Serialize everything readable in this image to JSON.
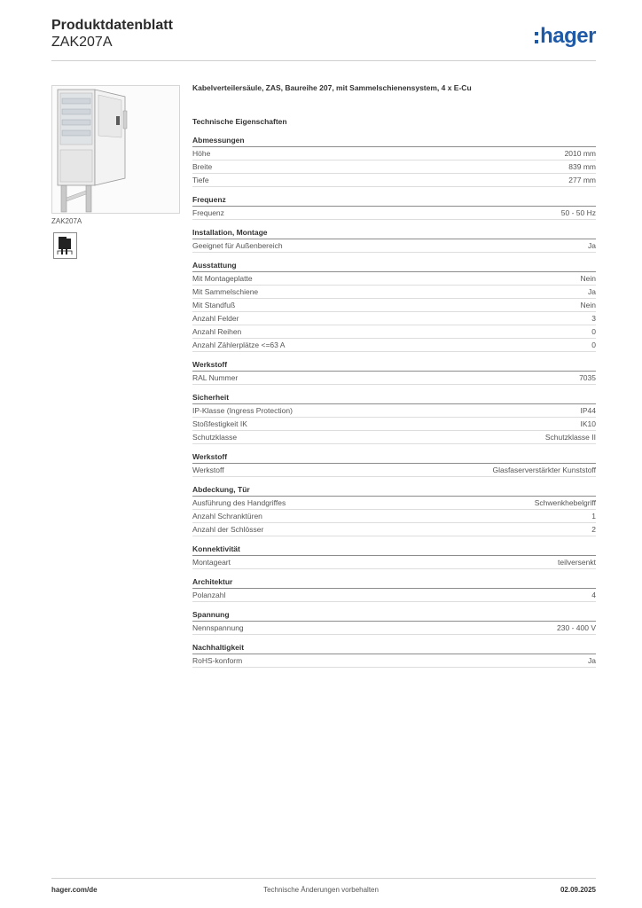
{
  "header": {
    "title": "Produktdatenblatt",
    "code": "ZAK207A",
    "logo_text": "hager",
    "logo_color": "#1e5aa8"
  },
  "image": {
    "caption": "ZAK207A",
    "icon": "cabinet-icon",
    "symbol_icon": "device-symbol-icon"
  },
  "product": {
    "description": "Kabelverteilersäule, ZAS, Baureihe 207, mit Sammelschienensystem, 4 x E-Cu",
    "tech_heading": "Technische Eigenschaften"
  },
  "sections": [
    {
      "title": "Abmessungen",
      "rows": [
        {
          "label": "Höhe",
          "value": "2010 mm"
        },
        {
          "label": "Breite",
          "value": "839 mm"
        },
        {
          "label": "Tiefe",
          "value": "277 mm"
        }
      ]
    },
    {
      "title": "Frequenz",
      "rows": [
        {
          "label": "Frequenz",
          "value": "50 - 50 Hz"
        }
      ]
    },
    {
      "title": "Installation, Montage",
      "rows": [
        {
          "label": "Geeignet für Außenbereich",
          "value": "Ja"
        }
      ]
    },
    {
      "title": "Ausstattung",
      "rows": [
        {
          "label": "Mit Montageplatte",
          "value": "Nein"
        },
        {
          "label": "Mit Sammelschiene",
          "value": "Ja"
        },
        {
          "label": "Mit Standfuß",
          "value": "Nein"
        },
        {
          "label": "Anzahl Felder",
          "value": "3"
        },
        {
          "label": "Anzahl Reihen",
          "value": "0"
        },
        {
          "label": "Anzahl Zählerplätze <=63 A",
          "value": "0"
        }
      ]
    },
    {
      "title": "Werkstoff",
      "rows": [
        {
          "label": "RAL Nummer",
          "value": "7035"
        }
      ]
    },
    {
      "title": "Sicherheit",
      "rows": [
        {
          "label": "IP-Klasse (Ingress Protection)",
          "value": "IP44"
        },
        {
          "label": "Stoßfestigkeit IK",
          "value": "IK10"
        },
        {
          "label": "Schutzklasse",
          "value": "Schutzklasse II"
        }
      ]
    },
    {
      "title": "Werkstoff",
      "rows": [
        {
          "label": "Werkstoff",
          "value": "Glasfaserverstärkter Kunststoff"
        }
      ]
    },
    {
      "title": "Abdeckung, Tür",
      "rows": [
        {
          "label": "Ausführung des Handgriffes",
          "value": "Schwenkhebelgriff"
        },
        {
          "label": "Anzahl Schranktüren",
          "value": "1"
        },
        {
          "label": "Anzahl der Schlösser",
          "value": "2"
        }
      ]
    },
    {
      "title": "Konnektivität",
      "rows": [
        {
          "label": "Montageart",
          "value": "teilversenkt"
        }
      ]
    },
    {
      "title": "Architektur",
      "rows": [
        {
          "label": "Polanzahl",
          "value": "4"
        }
      ]
    },
    {
      "title": "Spannung",
      "rows": [
        {
          "label": "Nennspannung",
          "value": "230 - 400 V"
        }
      ]
    },
    {
      "title": "Nachhaltigkeit",
      "rows": [
        {
          "label": "RoHS-konform",
          "value": "Ja"
        }
      ]
    }
  ],
  "footer": {
    "website": "hager.com/de",
    "notice": "Technische Änderungen vorbehalten",
    "date": "02.09.2025"
  }
}
